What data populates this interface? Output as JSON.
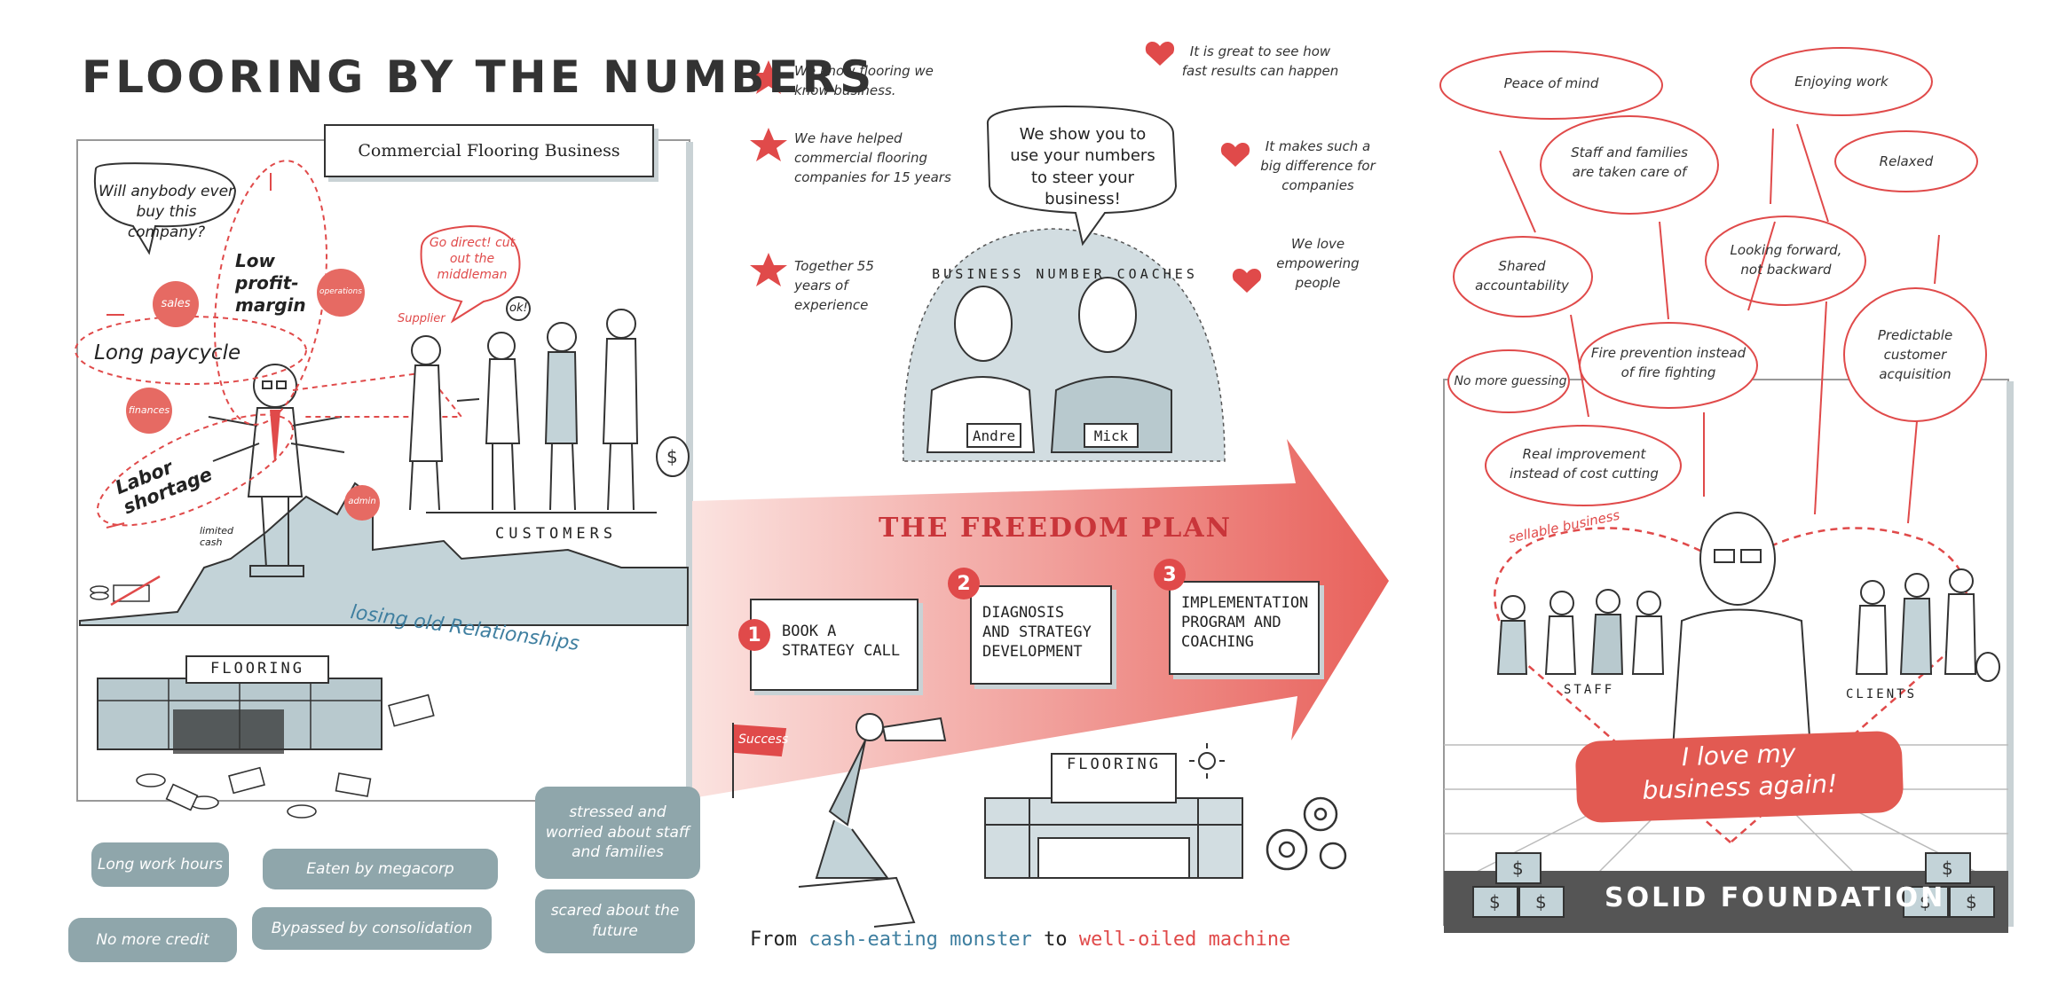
{
  "left": {
    "main_title": "FLOORING BY THE NUMBERS",
    "box_label": "Commercial Flooring Business",
    "speech_question": "Will anybody ever buy this company?",
    "low_profit": "Low profit-margin",
    "long_paycycle": "Long paycycle",
    "labor_shortage": "Labor shortage",
    "go_direct": "Go direct! cut out the middleman",
    "supplier": "Supplier",
    "ok": "ok!",
    "customers": "CUSTOMERS",
    "limited_cash": "limited cash",
    "losing": "losing old Relationships",
    "flooring_sign": "FLOORING",
    "bubbles": {
      "sales": "sales",
      "operations": "operations",
      "finances": "finances",
      "admin": "admin"
    },
    "pills": {
      "long_work": "Long work hours",
      "megacorp": "Eaten by megacorp",
      "stressed": "stressed and worried about staff and families",
      "no_credit": "No more credit",
      "bypassed": "Bypassed by consolidation",
      "scared": "scared about the future"
    }
  },
  "middle": {
    "facts": [
      "We know flooring we know business.",
      "We have helped commercial flooring companies for 15 years",
      "Together 55 years of experience"
    ],
    "testimonials": [
      "It is great to see how fast results can happen",
      "It makes such a big difference for companies",
      "We love empowering people"
    ],
    "coach_speech": "We show you to use your numbers to steer your business!",
    "coaches_arc": "BUSINESS NUMBER COACHES",
    "coach_names": [
      "Andre",
      "Mick"
    ],
    "plan_title": "THE FREEDOM PLAN",
    "steps": [
      {
        "num": "1",
        "label": "BOOK A STRATEGY CALL"
      },
      {
        "num": "2",
        "label": "DIAGNOSIS AND STRATEGY DEVELOPMENT"
      },
      {
        "num": "3",
        "label": "IMPLEMENTATION PROGRAM AND COACHING"
      }
    ],
    "success_flag": "Success",
    "flooring_sign": "FLOORING",
    "tagline": {
      "from": "From ",
      "monster": "cash-eating monster",
      "to": " to ",
      "machine": "well-oiled machine"
    }
  },
  "right": {
    "clouds": {
      "peace": "Peace of mind",
      "enjoying": "Enjoying work",
      "staff_families": "Staff and families are taken care of",
      "relaxed": "Relaxed",
      "shared": "Shared accountability",
      "looking": "Looking forward, not backward",
      "fire": "Fire prevention instead of fire fighting",
      "predictable": "Predictable customer acquisition",
      "no_guessing": "No more guessing",
      "real": "Real improvement instead of cost cutting"
    },
    "sellable": "sellable business",
    "staff": "STAFF",
    "clients": "CLIENTS",
    "love": "I love my business again!",
    "foundation": "SOLID FOUNDATION"
  },
  "colors": {
    "red": "#e04a4a",
    "teal": "#8fa6ab",
    "blue_text": "#3f7fa0"
  }
}
